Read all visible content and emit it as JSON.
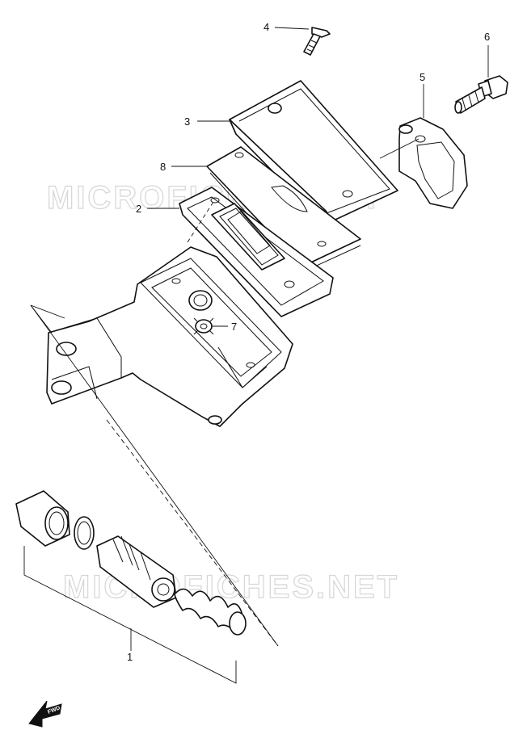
{
  "watermark": "MICROFICHES.NET",
  "callouts": {
    "c1": "1",
    "c2": "2",
    "c3": "3",
    "c4": "4",
    "c5": "5",
    "c6": "6",
    "c7": "7",
    "c8": "8"
  },
  "fwd_label": "FWD"
}
